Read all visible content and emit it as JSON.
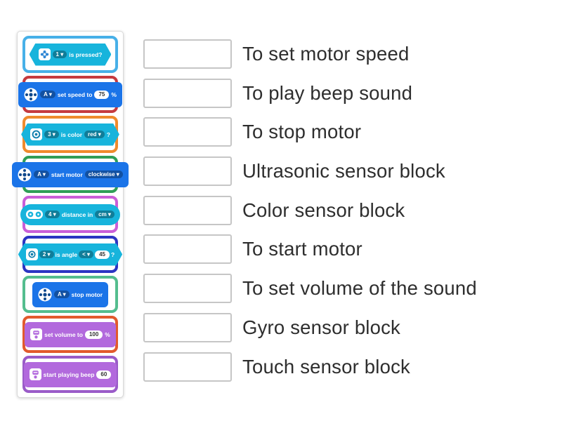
{
  "left_panel": {
    "blocks": [
      {
        "card_color": "#47b0e8",
        "block_color": "#17b4dc",
        "shape": "hexagon",
        "icon": "touch-sensor-icon",
        "port": "1 ▾",
        "text": "is pressed?"
      },
      {
        "card_color": "#c53a3f",
        "block_color": "#1b74e8",
        "shape": "stack",
        "icon": "motor-icon",
        "port": "A ▾",
        "text": "set speed to",
        "value": "75",
        "suffix": "%"
      },
      {
        "card_color": "#ef8b2d",
        "block_color": "#17b4dc",
        "shape": "hexagon",
        "icon": "color-sensor-icon",
        "port": "3 ▾",
        "text": "is color",
        "menu": "red ▾",
        "suffix": "?"
      },
      {
        "card_color": "#2f9e57",
        "block_color": "#1b74e8",
        "shape": "stack",
        "icon": "motor-icon",
        "port": "A ▾",
        "text": "start motor",
        "menu": "clockwise ▾"
      },
      {
        "card_color": "#ca5ed8",
        "block_color": "#17b4dc",
        "shape": "pill",
        "icon": "ultrasonic-sensor-icon",
        "port": "4 ▾",
        "text": "distance in",
        "menu": "cm ▾"
      },
      {
        "card_color": "#2b35c2",
        "block_color": "#17b4dc",
        "shape": "hexagon",
        "icon": "gyro-sensor-icon",
        "port": "2 ▾",
        "text": "is angle",
        "menu": "< ▾",
        "value": "45",
        "suffix": "?"
      },
      {
        "card_color": "#54bd8e",
        "block_color": "#1b74e8",
        "shape": "stack",
        "icon": "motor-icon",
        "port": "A ▾",
        "text": "stop motor"
      },
      {
        "card_color": "#e25a2d",
        "block_color": "#b269dd",
        "shape": "stack",
        "icon": "speaker-icon",
        "text": "set volume to",
        "value": "100",
        "suffix": "%"
      },
      {
        "card_color": "#9a5bc8",
        "block_color": "#b269dd",
        "shape": "stack",
        "icon": "speaker-icon",
        "text": "start playing beep",
        "value": "60"
      }
    ]
  },
  "match_list": {
    "items": [
      {
        "label": "To set motor speed"
      },
      {
        "label": "To play beep sound"
      },
      {
        "label": "To stop motor"
      },
      {
        "label": "Ultrasonic sensor block"
      },
      {
        "label": "Color sensor block"
      },
      {
        "label": "To start motor"
      },
      {
        "label": "To set volume of the sound"
      },
      {
        "label": "Gyro sensor block"
      },
      {
        "label": "Touch sensor block"
      }
    ]
  },
  "colors": {
    "cyan_block": "#17b4dc",
    "blue_block": "#1b74e8",
    "purple_block": "#b269dd",
    "answer_box_border": "#c6c6c6",
    "label_text": "#2e2e2e"
  }
}
